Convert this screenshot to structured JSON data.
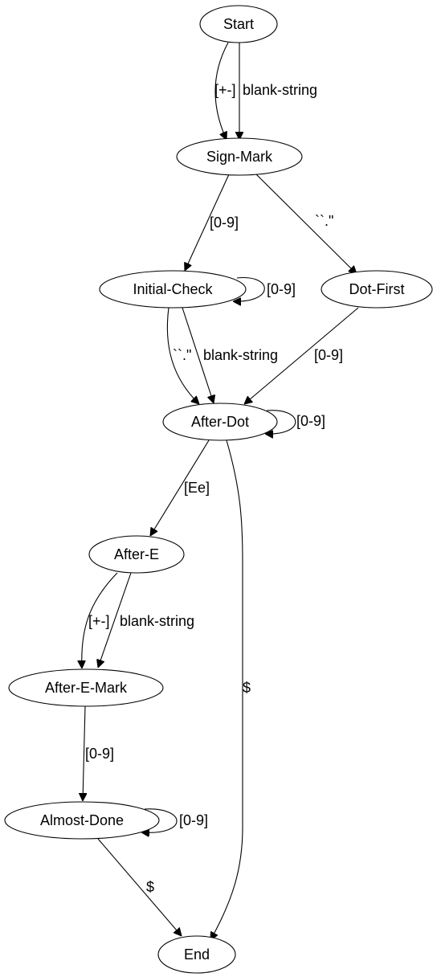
{
  "diagram": {
    "type": "state-machine",
    "nodes": {
      "start": "Start",
      "sign_mark": "Sign-Mark",
      "initial_check": "Initial-Check",
      "dot_first": "Dot-First",
      "after_dot": "After-Dot",
      "after_e": "After-E",
      "after_e_mark": "After-E-Mark",
      "almost_done": "Almost-Done",
      "end": "End"
    },
    "edges": [
      {
        "from": "Start",
        "to": "Sign-Mark",
        "label": "[+-]"
      },
      {
        "from": "Start",
        "to": "Sign-Mark",
        "label": "blank-string"
      },
      {
        "from": "Sign-Mark",
        "to": "Initial-Check",
        "label": "[0-9]"
      },
      {
        "from": "Sign-Mark",
        "to": "Dot-First",
        "label": "``.\""
      },
      {
        "from": "Initial-Check",
        "to": "Initial-Check",
        "label": "[0-9]"
      },
      {
        "from": "Initial-Check",
        "to": "After-Dot",
        "label": "``.\""
      },
      {
        "from": "Initial-Check",
        "to": "After-Dot",
        "label": "blank-string"
      },
      {
        "from": "Dot-First",
        "to": "After-Dot",
        "label": "[0-9]"
      },
      {
        "from": "After-Dot",
        "to": "After-Dot",
        "label": "[0-9]"
      },
      {
        "from": "After-Dot",
        "to": "After-E",
        "label": "[Ee]"
      },
      {
        "from": "After-Dot",
        "to": "End",
        "label": "$"
      },
      {
        "from": "After-E",
        "to": "After-E-Mark",
        "label": "[+-]"
      },
      {
        "from": "After-E",
        "to": "After-E-Mark",
        "label": "blank-string"
      },
      {
        "from": "After-E-Mark",
        "to": "Almost-Done",
        "label": "[0-9]"
      },
      {
        "from": "Almost-Done",
        "to": "Almost-Done",
        "label": "[0-9]"
      },
      {
        "from": "Almost-Done",
        "to": "End",
        "label": "$"
      }
    ]
  }
}
